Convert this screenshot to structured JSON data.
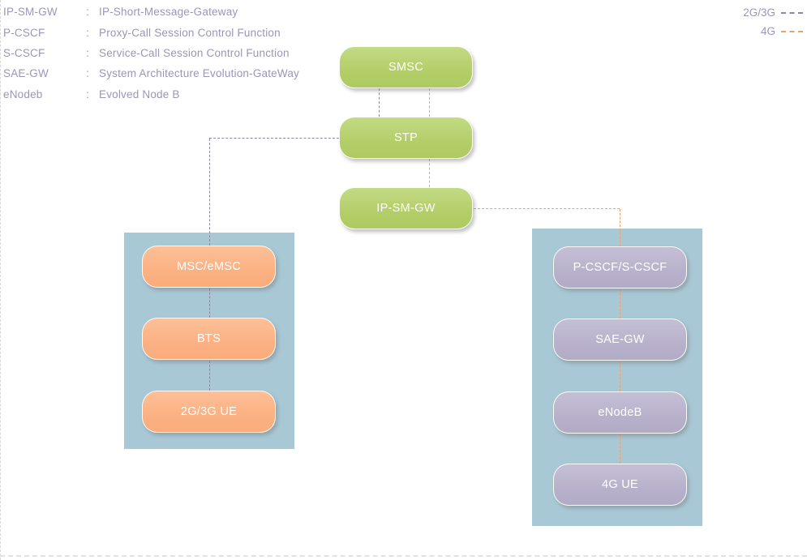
{
  "abbreviation_legend": {
    "items": [
      {
        "abbr": "IP-SM-GW",
        "sep": ":",
        "definition": "IP-Short-Message-Gateway"
      },
      {
        "abbr": "P-CSCF",
        "sep": ":",
        "definition": "Proxy-Call Session Control Function"
      },
      {
        "abbr": "S-CSCF",
        "sep": ":",
        "definition": "Service-Call Session Control Function"
      },
      {
        "abbr": "SAE-GW",
        "sep": ":",
        "definition": "System Architecture Evolution-GateWay"
      },
      {
        "abbr": "eNodeb",
        "sep": ":",
        "definition": "Evolved Node B"
      }
    ]
  },
  "line_legend": {
    "items": [
      {
        "label": "2G/3G",
        "line_style": "dashed",
        "line_color": "#8c86a3"
      },
      {
        "label": "4G",
        "line_style": "dashed",
        "line_color": "#f0a169"
      }
    ]
  },
  "core_chain": {
    "nodes": [
      {
        "label": "SMSC"
      },
      {
        "label": "STP"
      },
      {
        "label": "IP-SM-GW"
      }
    ]
  },
  "left_panel": {
    "network": "2G/3G",
    "nodes": [
      {
        "label": "MSC/eMSC"
      },
      {
        "label": "BTS"
      },
      {
        "label": "2G/3G UE"
      }
    ]
  },
  "right_panel": {
    "network": "4G",
    "nodes": [
      {
        "label": "P-CSCF/S-CSCF"
      },
      {
        "label": "SAE-GW"
      },
      {
        "label": "eNodeB"
      },
      {
        "label": "4G UE"
      }
    ]
  },
  "colors": {
    "core_node_fill": "#b5cf6b",
    "left_node_fill": "#fcb586",
    "right_node_fill": "#bcb6cf",
    "panel_background": "#a8c8d6",
    "legend_text": "#9c95b8",
    "path_2g3g": "#8c86a3",
    "path_4g": "#f0a169",
    "node_text": "#ffffff"
  }
}
